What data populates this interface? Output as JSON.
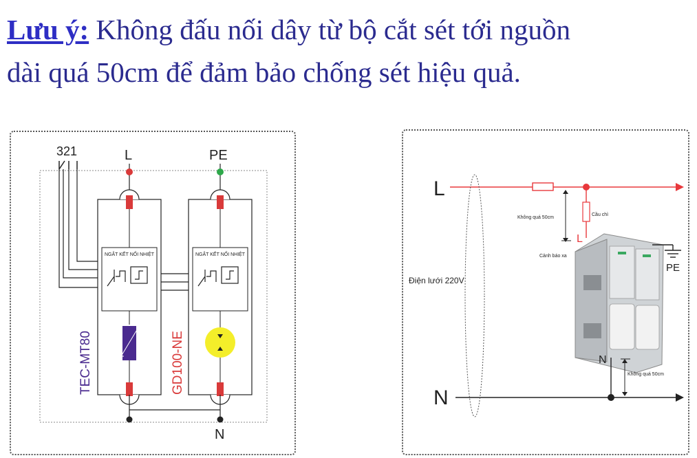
{
  "note": {
    "label": "Lưu ý:",
    "line1_text": "Không đấu nối dây từ bộ cắt sét tới nguồn",
    "line2_text": "dài quá 50cm để đảm bảo chống sét hiệu quả."
  },
  "left_diagram": {
    "terminal_numbers": "321",
    "terminal_L": "L",
    "terminal_PE": "PE",
    "terminal_N": "N",
    "module1_label": "NGẮT KẾT NỐI NHIỆT",
    "module2_label": "NGẮT KẾT NỐI NHIỆT",
    "device1_name": "TEC-MT80",
    "device2_name": "GD100-NE",
    "colors": {
      "red_block": "#d93a3a",
      "varistor": "#4a2a8f",
      "gas_tube": "#f4ee2a",
      "device1_text": "#4a2a8f",
      "device2_text": "#d93a3a",
      "pe_dot": "#2ea84a"
    }
  },
  "right_diagram": {
    "line_L": "L",
    "line_N": "N",
    "grid_label": "Điện lưới 220V",
    "fuse_label": "Cầu chì",
    "max_length_top": "Không quá 50cm",
    "max_length_bottom": "Không quá 50cm",
    "alarm_label": "Cảnh báo xa",
    "device_L": "L",
    "device_N": "N",
    "pe_label": "PE",
    "colors": {
      "L_line": "#e8383c",
      "N_line": "#222222"
    }
  }
}
